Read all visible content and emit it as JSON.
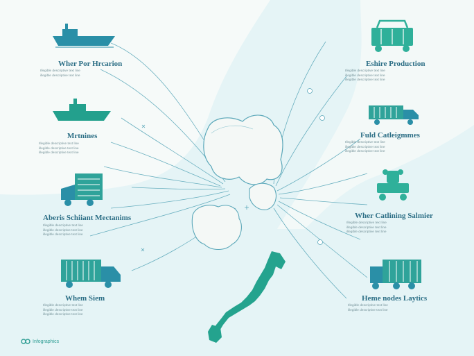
{
  "colors": {
    "background": "#e4f3f5",
    "accent": "#23a08d",
    "title": "#2d6f86",
    "line": "#58a5b8",
    "land": "#f3f8f7",
    "japan": "#22a48f"
  },
  "left_items": [
    {
      "icon": "cargo-ship-icon",
      "title": "Wher Por Hrcarion",
      "desc": [
        "Illegible descriptive text line",
        "illegible descriptive text line"
      ]
    },
    {
      "icon": "container-ship-icon",
      "title": "Mrtnines",
      "desc": [
        "Illegible descriptive text line",
        "illegible descriptive text line",
        "illegible descriptive text line"
      ]
    },
    {
      "icon": "delivery-truck-icon",
      "title": "Aberis Schiiant Mectanims",
      "desc": [
        "Illegible descriptive text line",
        "illegible descriptive text line",
        "illegible descriptive text line"
      ]
    },
    {
      "icon": "container-truck-icon",
      "title": "Whem Siem",
      "desc": [
        "Illegible descriptive text line",
        "illegible descriptive text line",
        "illegible descriptive text line"
      ]
    }
  ],
  "right_items": [
    {
      "icon": "cargo-trailer-icon",
      "title": "Eshire Production",
      "desc": [
        "Illegible descriptive text line",
        "illegible descriptive text line",
        "illegible descriptive text line"
      ]
    },
    {
      "icon": "box-truck-icon",
      "title": "Fuld Catleigmmes",
      "desc": [
        "Illegible descriptive text line",
        "illegible descriptive text line",
        "illegible descriptive text line"
      ]
    },
    {
      "icon": "tractor-icon",
      "title": "Wher Catlining Salmier",
      "desc": [
        "Illegible descriptive text line",
        "illegible descriptive text line",
        "illegible descriptive text line"
      ]
    },
    {
      "icon": "lorry-icon",
      "title": "Heme nodes Laytics",
      "desc": [
        "Illegible descriptive text line",
        "illegible descriptive text line"
      ]
    }
  ],
  "footer": {
    "icon": "logo-icon",
    "text": "Infographics"
  }
}
